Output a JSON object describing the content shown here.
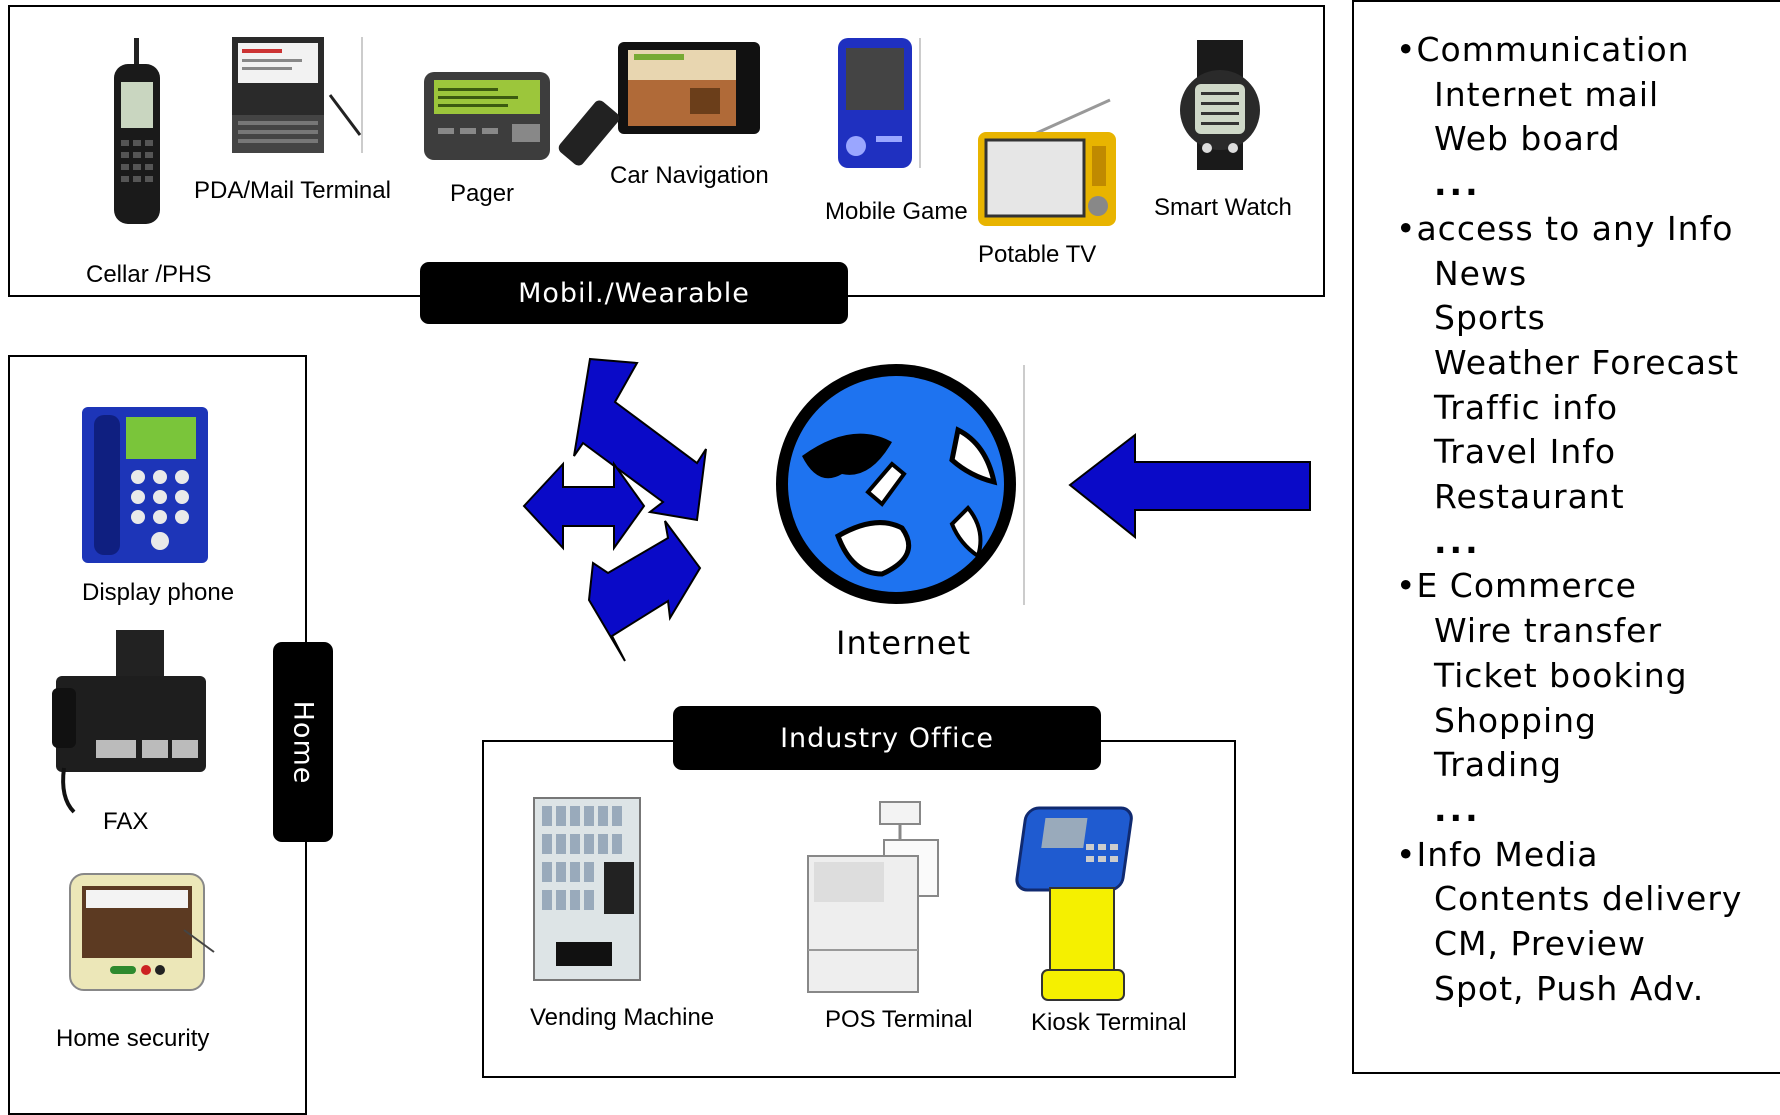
{
  "mobile": {
    "tag": "Mobil./Wearable",
    "devices": {
      "cellar": "Cellar /PHS",
      "pda": "PDA/Mail Terminal",
      "pager": "Pager",
      "car_nav": "Car Navigation",
      "mobile_game": "Mobile Game",
      "potable_tv": "Potable TV",
      "smart_watch": "Smart Watch"
    }
  },
  "home": {
    "tag": "Home",
    "devices": {
      "display_phone": "Display phone",
      "fax": "FAX",
      "home_security": "Home security"
    }
  },
  "office": {
    "tag": "Industry Office",
    "devices": {
      "vending": "Vending Machine",
      "pos": "POS Terminal",
      "kiosk": "Kiosk Terminal"
    }
  },
  "center": {
    "label": "Internet"
  },
  "services": {
    "communication": {
      "title": "•Communication",
      "items": [
        "Internet mail",
        "Web board"
      ],
      "more": "..."
    },
    "access": {
      "title": "•access to any Info",
      "items": [
        "News",
        "Sports",
        "Weather Forecast",
        "Traffic info",
        "Travel Info",
        "Restaurant"
      ],
      "more": "..."
    },
    "ecommerce": {
      "title": "•E Commerce",
      "items": [
        "Wire transfer",
        "Ticket booking",
        "Shopping",
        "Trading"
      ],
      "more": "..."
    },
    "media": {
      "title": "•Info Media",
      "items": [
        "Contents delivery",
        "CM, Preview",
        "Spot, Push Adv."
      ]
    }
  },
  "colors": {
    "arrow": "#0a0ac8",
    "globe": "#1e73f0"
  }
}
